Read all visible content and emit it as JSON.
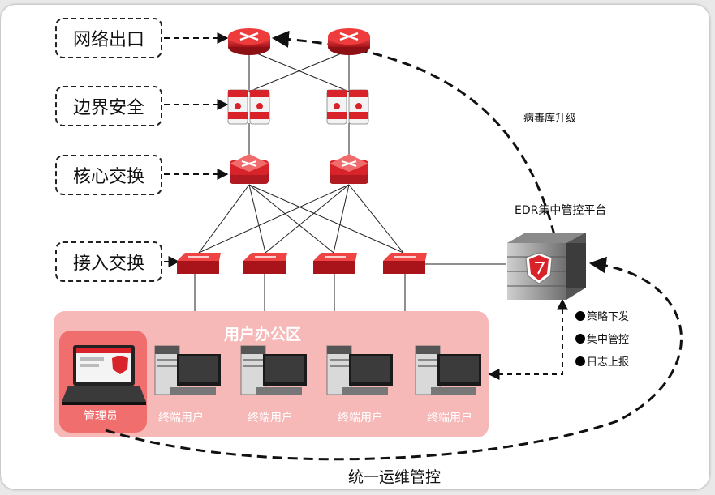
{
  "tiers": {
    "internet_exit": "网络出口",
    "perimeter_security": "边界安全",
    "core_switching": "核心交换",
    "access_switching": "接入交换"
  },
  "office_zone": {
    "title": "用户办公区",
    "admin_label": "管理员",
    "terminal_labels": [
      "终端用户",
      "终端用户",
      "终端用户",
      "终端用户"
    ]
  },
  "edr": {
    "platform_label": "EDR集中管控平台",
    "virus_update_label": "病毒库升级",
    "functions": [
      "策略下发",
      "集中管控",
      "日志上报"
    ]
  },
  "bottom_label": "统一运维管控",
  "colors": {
    "device_red": "#d8232a",
    "zone_fill": "#f7b8b8",
    "admin_fill": "#f06e6e"
  },
  "icons": [
    "router-icon",
    "firewall-icon",
    "core-switch-icon",
    "access-switch-icon",
    "server-rack-icon",
    "desktop-pc-icon",
    "laptop-icon",
    "shield-icon"
  ]
}
